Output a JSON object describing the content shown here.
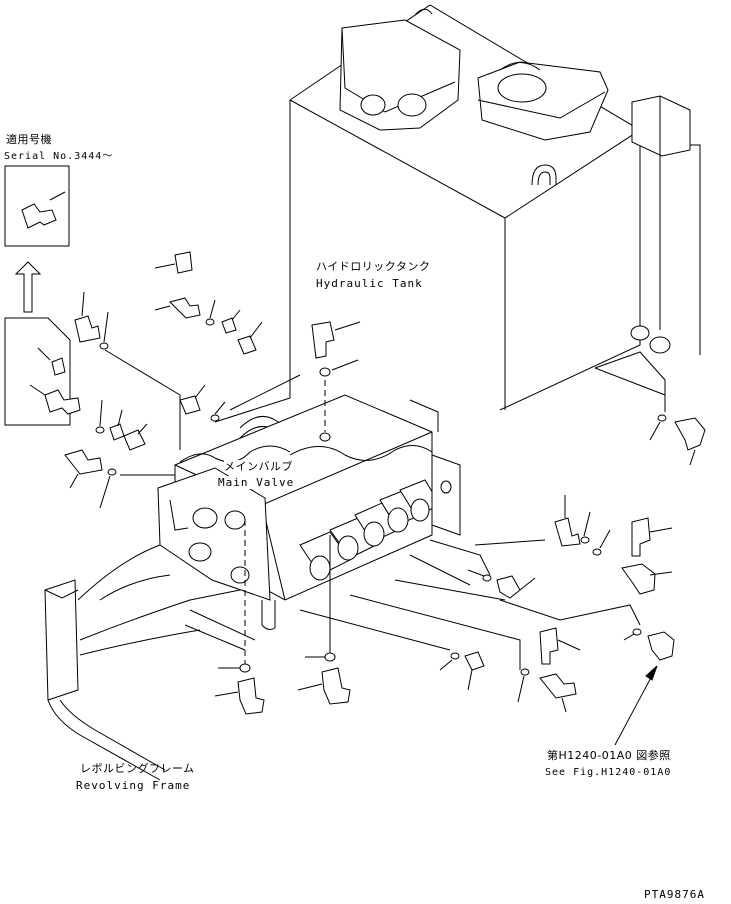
{
  "labels": {
    "serial_jp": "適用号機",
    "serial_en": "Serial No.3444～",
    "tank_jp": "ハイドロリックタンク",
    "tank_en": "Hydraulic Tank",
    "valve_jp": "メインバルブ",
    "valve_en": "Main Valve",
    "frame_jp": "レボルビングフレーム",
    "frame_en": "Revolving Frame",
    "fig_jp": "第H1240-01A0 図参照",
    "fig_en": "See Fig.H1240-01A0",
    "code": "PTA9876A"
  }
}
